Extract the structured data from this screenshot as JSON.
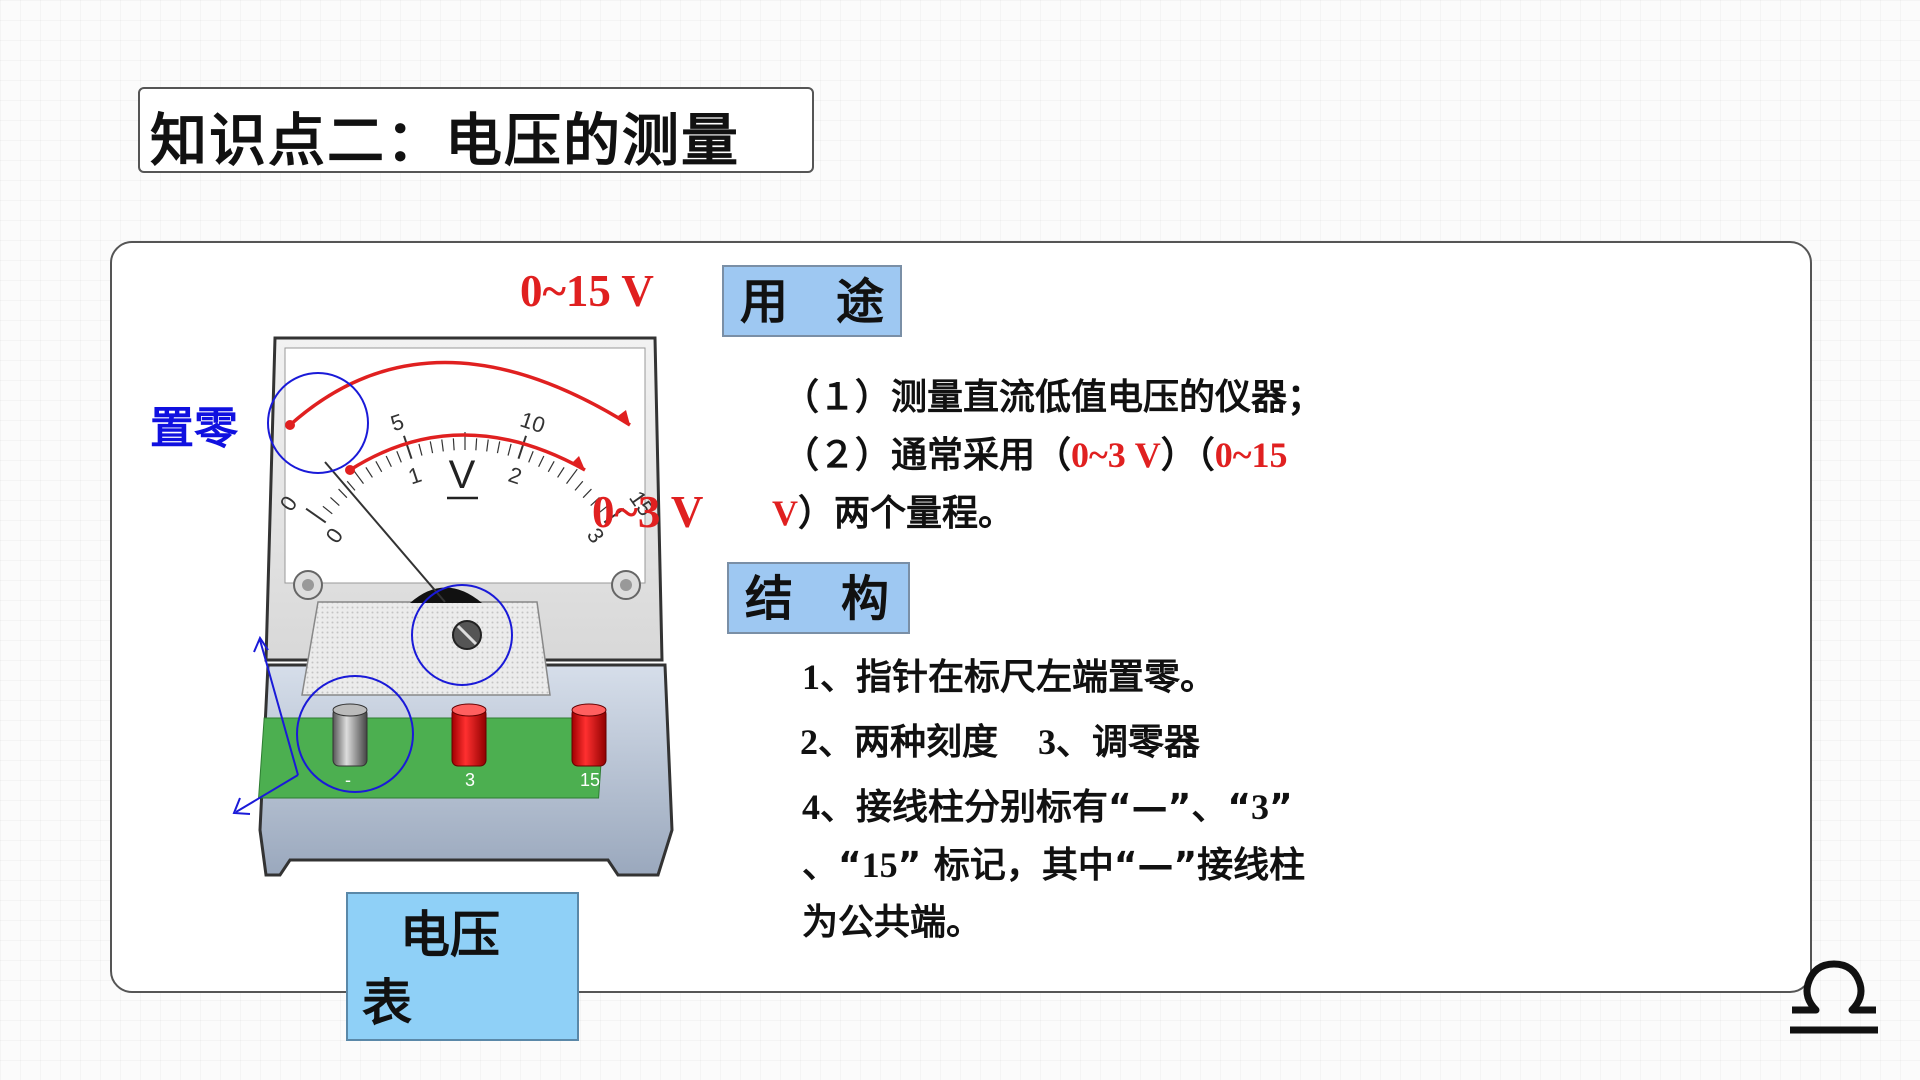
{
  "title": "知识点二：电压的测量",
  "meter": {
    "range_large": "0~15 V",
    "range_small": "0~3 V",
    "zero_label": "置零",
    "caption": "电压表",
    "unit_symbol": "V",
    "upper_scale": [
      "0",
      "5",
      "10",
      "15"
    ],
    "lower_scale": [
      "0",
      "1",
      "2",
      "3"
    ],
    "terminals": [
      "-",
      "3",
      "15"
    ]
  },
  "usage": {
    "heading": "用　途",
    "line1_num": "（１）",
    "line1_text": "测量直流低值电压的仪器；",
    "line2_num": "（２）",
    "line2_text": "通常采用（",
    "line2_range1": "0~3 V",
    "line2_mid": "）（",
    "line2_range2a": "0~15",
    "line3_range2b": "V",
    "line3_text": "）两个量程。"
  },
  "structure": {
    "heading": "结　构",
    "item1_num": "1",
    "item1_text": "、指针在标尺左端置零。",
    "item2_num": "2",
    "item2_text": "、两种刻度",
    "item3_num": "3",
    "item3_text": "、调零器",
    "item4_num": "4",
    "item4_text_a": "、接线柱分别标有“—”、“",
    "item4_num3": "3",
    "item4_text_b": "”",
    "item4_line2_a": "、“",
    "item4_num15": "15",
    "item4_line2_b": "” 标记，其中“—”接线柱",
    "item4_line3": "为公共端。"
  },
  "colors": {
    "red": "#e02020",
    "blue": "#1010e0",
    "heading_bg": "#9ec8f2",
    "caption_bg": "#8fd0f7",
    "terminal_green": "#4caf50"
  },
  "icons": {
    "corner": "libra-icon"
  }
}
